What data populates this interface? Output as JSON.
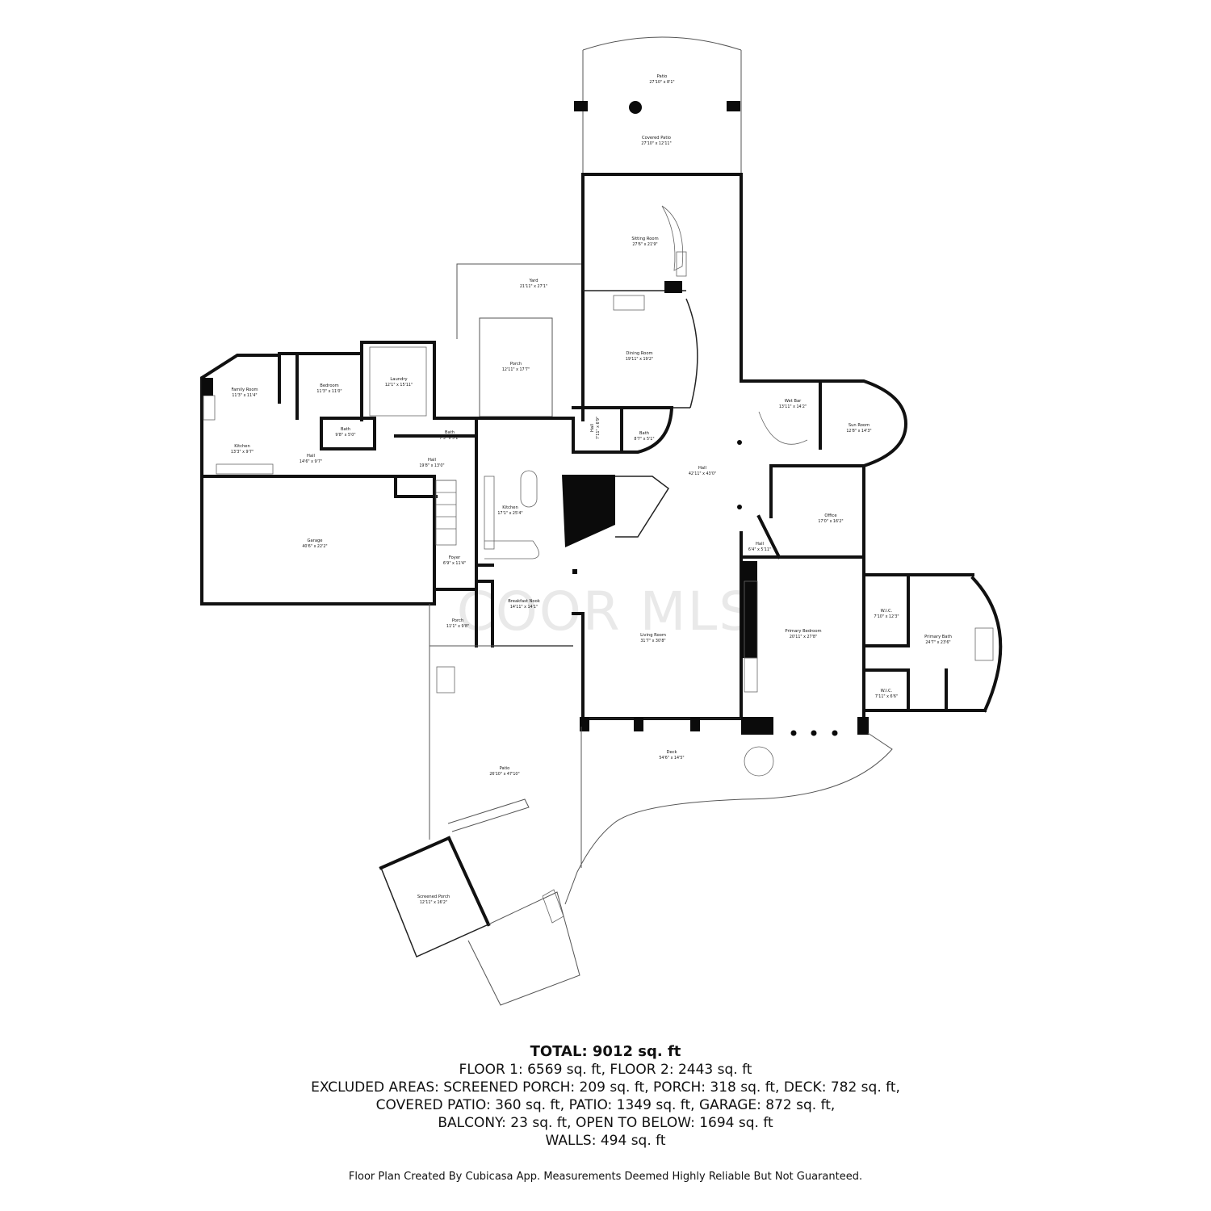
{
  "watermark": "COOR MLS",
  "rooms": {
    "patio_top": {
      "name": "Patio",
      "dims": "27'10\" x 8'1\""
    },
    "covered_patio": {
      "name": "Covered Patio",
      "dims": "27'10\" x 12'11\""
    },
    "sitting_room": {
      "name": "Sitting Room",
      "dims": "27'6\" x 21'9\""
    },
    "yard": {
      "name": "Yard",
      "dims": "21'11\" x 27'1\""
    },
    "porch_center": {
      "name": "Porch",
      "dims": "12'11\" x 17'7\""
    },
    "dining_room": {
      "name": "Dining Room",
      "dims": "19'11\" x 19'2\""
    },
    "laundry": {
      "name": "Laundry",
      "dims": "12'1\" x 15'11\""
    },
    "bedroom": {
      "name": "Bedroom",
      "dims": "11'3\" x 11'0\""
    },
    "family_room": {
      "name": "Family Room",
      "dims": "11'3\" x 11'4\""
    },
    "bath_small": {
      "name": "Bath",
      "dims": "9'8\" x 5'0\""
    },
    "kitchen_left": {
      "name": "Kitchen",
      "dims": "13'3\" x 9'7\""
    },
    "hall_left": {
      "name": "Hall",
      "dims": "14'6\" x 9'7\""
    },
    "bath_mid": {
      "name": "Bath",
      "dims": "7'3\" x 5'1\""
    },
    "hall_mid": {
      "name": "Hall",
      "dims": "19'8\" x 13'0\""
    },
    "hall_narrow": {
      "name": "Hall",
      "dims": "7'11\" x 6'9\""
    },
    "bath_right": {
      "name": "Bath",
      "dims": "8'7\" x 5'1\""
    },
    "wet_bar": {
      "name": "Wet Bar",
      "dims": "13'11\" x 14'2\""
    },
    "sun_room": {
      "name": "Sun Room",
      "dims": "12'8\" x 14'3\""
    },
    "hall_main": {
      "name": "Hall",
      "dims": "42'11\" x 43'0\""
    },
    "kitchen_main": {
      "name": "Kitchen",
      "dims": "17'1\" x 25'4\""
    },
    "garage": {
      "name": "Garage",
      "dims": "40'6\" x 22'2\""
    },
    "office": {
      "name": "Office",
      "dims": "17'0\" x 16'2\""
    },
    "hall_small": {
      "name": "Hall",
      "dims": "6'4\" x 5'11\""
    },
    "foyer": {
      "name": "Foyer",
      "dims": "6'9\" x 11'4\""
    },
    "breakfast_nook": {
      "name": "Breakfast Nook",
      "dims": "14'11\" x 14'1\""
    },
    "porch_left": {
      "name": "Porch",
      "dims": "11'1\" x 9'8\""
    },
    "wic_top": {
      "name": "W.I.C.",
      "dims": "7'10\" x 12'3\""
    },
    "primary_bath": {
      "name": "Primary Bath",
      "dims": "24'7\" x 23'6\""
    },
    "primary_bedroom": {
      "name": "Primary Bedroom",
      "dims": "20'11\" x 27'8\""
    },
    "living_room": {
      "name": "Living Room",
      "dims": "31'7\" x 30'8\""
    },
    "wic_bottom": {
      "name": "W.I.C.",
      "dims": "7'11\" x 6'6\""
    },
    "deck": {
      "name": "Deck",
      "dims": "54'6\" x 14'5\""
    },
    "patio_bottom": {
      "name": "Patio",
      "dims": "26'10\" x 47'10\""
    },
    "screened_porch": {
      "name": "Screened Porch",
      "dims": "12'11\" x 16'2\""
    }
  },
  "summary": {
    "total": "TOTAL: 9012 sq. ft",
    "lines": [
      "FLOOR 1: 6569 sq. ft, FLOOR 2: 2443 sq. ft",
      "EXCLUDED AREAS: SCREENED PORCH: 209 sq. ft, PORCH: 318 sq. ft, DECK: 782 sq. ft,",
      "COVERED PATIO: 360 sq. ft, PATIO: 1349 sq. ft, GARAGE: 872 sq. ft,",
      "BALCONY: 23 sq. ft, OPEN TO BELOW: 1694 sq. ft",
      "WALLS: 494 sq. ft"
    ]
  },
  "credit": "Floor Plan Created By Cubicasa App. Measurements Deemed Highly Reliable But Not Guaranteed."
}
